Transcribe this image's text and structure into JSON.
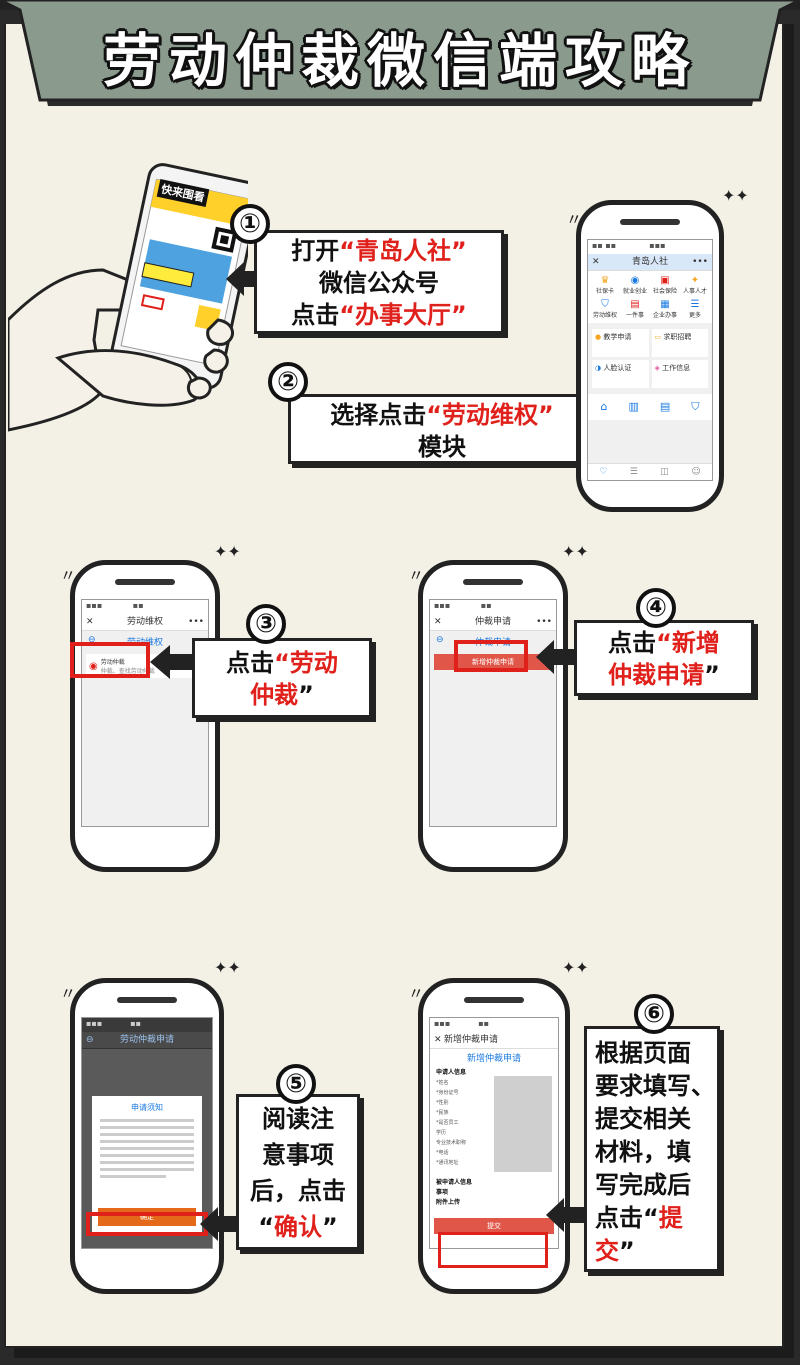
{
  "title": "劳动仲裁微信端攻略",
  "step1": {
    "num": "①",
    "line1_pre": "打开",
    "line1_hl": "“青岛人社”",
    "line2": "微信公众号",
    "line3_pre": "点击",
    "line3_hl": "“办事大厅”"
  },
  "step2": {
    "num": "②",
    "line1_pre": "选择点击",
    "line1_hl": "“劳动维权”",
    "line2": "模块"
  },
  "step3": {
    "num": "③",
    "line1_pre": "点击",
    "line1_hl": "“劳动",
    "line2_hl": "仲裁",
    "line2_end": "”"
  },
  "step4": {
    "num": "④",
    "line1_pre": "点击",
    "line1_hl": "“新增",
    "line2_hl": "仲裁申请",
    "line2_end": "”"
  },
  "step5": {
    "num": "⑤",
    "line1": "阅读注",
    "line2": "意事项",
    "line3": "后，点击",
    "line4_pre": "“",
    "line4_hl": "确认",
    "line4_end": "”"
  },
  "step6": {
    "num": "⑥",
    "line1": "根据页面",
    "line2": "要求填写、",
    "line3": "提交相关",
    "line4": "材料，填",
    "line5": "写完成后",
    "line6_pre": "点击“",
    "line6_hl": "提",
    "line7_hl": "交",
    "line7_end": "”"
  },
  "phone1": {
    "banner": "快来围看",
    "nav_title": "青岛人社",
    "grid": [
      "社保卡",
      "就业创业",
      "社会保险",
      "人事人才",
      "劳动维权",
      "一件事",
      "企业办事",
      "更多"
    ],
    "cards": [
      "教学申请",
      "求职招聘",
      "人脸认证",
      "工作信息"
    ]
  },
  "phone2": {
    "nav_title": "劳动维权",
    "page_title": "劳动维权",
    "item": "劳动仲裁",
    "item_sub": "仲裁、查找劳动仲裁"
  },
  "phone3": {
    "nav_title": "仲裁申请",
    "page_title": "仲裁申请",
    "button": "新增仲裁申请"
  },
  "phone4": {
    "nav_title": "劳动仲裁申请",
    "dialog_title": "申请须知",
    "confirm": "确定"
  },
  "phone5": {
    "nav_title": "新增仲裁申请",
    "page_title": "新增仲裁申请",
    "section1": "申请人信息",
    "fields": [
      "*姓名",
      "*身份证号",
      "*性别",
      "*民族",
      "*是否员工",
      "学历",
      "专业技术职称",
      "*电话",
      "*通讯地址"
    ],
    "section2": "被申请人信息",
    "section3": "事项",
    "section4": "附件上传",
    "submit": "提交"
  },
  "colors": {
    "banner": "#8a9a8c",
    "accent": "#e0201b",
    "paper": "#f3f1e6"
  }
}
